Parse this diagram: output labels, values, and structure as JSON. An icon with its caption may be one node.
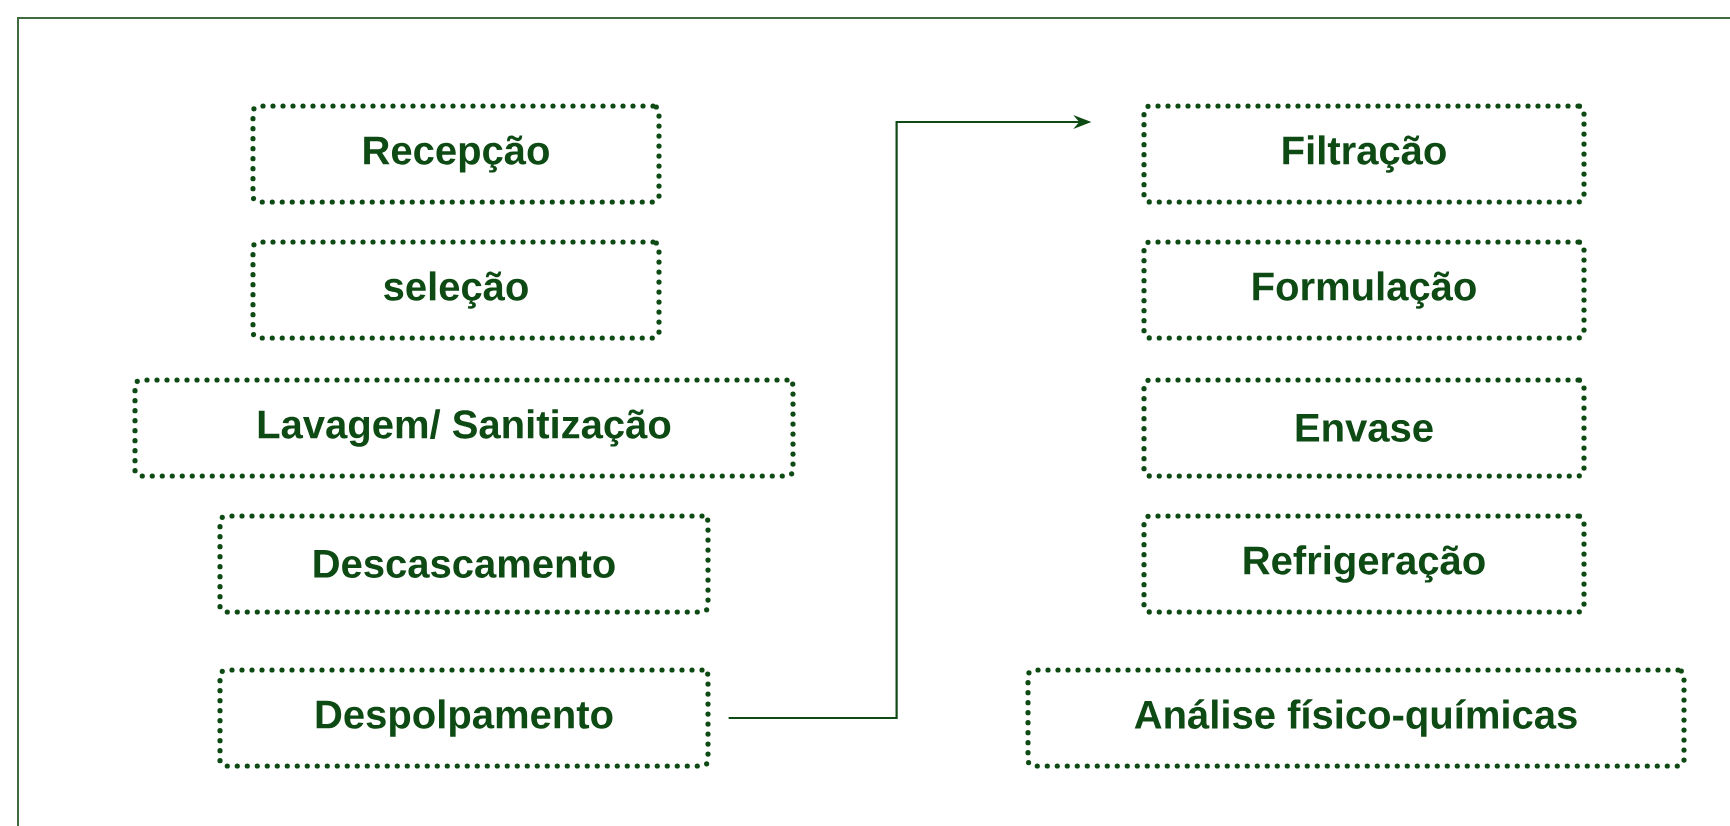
{
  "diagram": {
    "nodes": [
      {
        "text": [
          "Recepção"
        ]
      },
      {
        "text": [
          "seleção"
        ]
      },
      {
        "text": [
          "Lavagem/ Sanitização"
        ]
      },
      {
        "text": [
          "Descascamento"
        ]
      },
      {
        "text": [
          "Despolpamento"
        ]
      },
      {
        "text": [
          "Filtração"
        ]
      },
      {
        "text": [
          "Formulação"
        ]
      },
      {
        "text": [
          "Envase"
        ]
      },
      {
        "text": [
          "Refrigeração"
        ]
      },
      {
        "text": [
          "Análise físico-químicas"
        ]
      }
    ],
    "edges": [
      {
        "from": 4,
        "to": 5,
        "arrow": "to"
      }
    ]
  }
}
